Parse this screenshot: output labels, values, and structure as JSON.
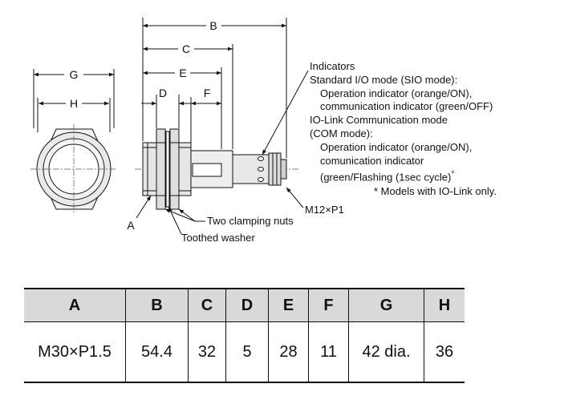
{
  "dimension_labels": {
    "A": "A",
    "B": "B",
    "C": "C",
    "D": "D",
    "E": "E",
    "F": "F",
    "G": "G",
    "H": "H"
  },
  "callouts": {
    "two_clamping_nuts": "Two clamping nuts",
    "toothed_washer": "Toothed washer",
    "connector": "M12×P1"
  },
  "notes": {
    "indicators": "Indicators",
    "sio_mode": "Standard I/O mode (SIO mode):",
    "sio_operation": "Operation indicator (orange/ON),",
    "sio_communication": "communication indicator (green/OFF)",
    "com_mode_line1": "IO-Link Communication mode",
    "com_mode_line2": "(COM mode):",
    "com_operation": "Operation indicator (orange/ON),",
    "com_communication": "comunication indicator",
    "com_flashing": "(green/Flashing (1sec cycle)",
    "asterisk": "*",
    "footnote": "* Models with IO-Link only."
  },
  "table": {
    "headers": [
      "A",
      "B",
      "C",
      "D",
      "E",
      "F",
      "G",
      "H"
    ],
    "values": [
      "M30×P1.5",
      "54.4",
      "32",
      "5",
      "28",
      "11",
      "42 dia.",
      "36"
    ]
  },
  "colors": {
    "header_background": "#d9d9d9",
    "asterisk": "#d0181e",
    "part_fill": "#e6e6e6"
  }
}
